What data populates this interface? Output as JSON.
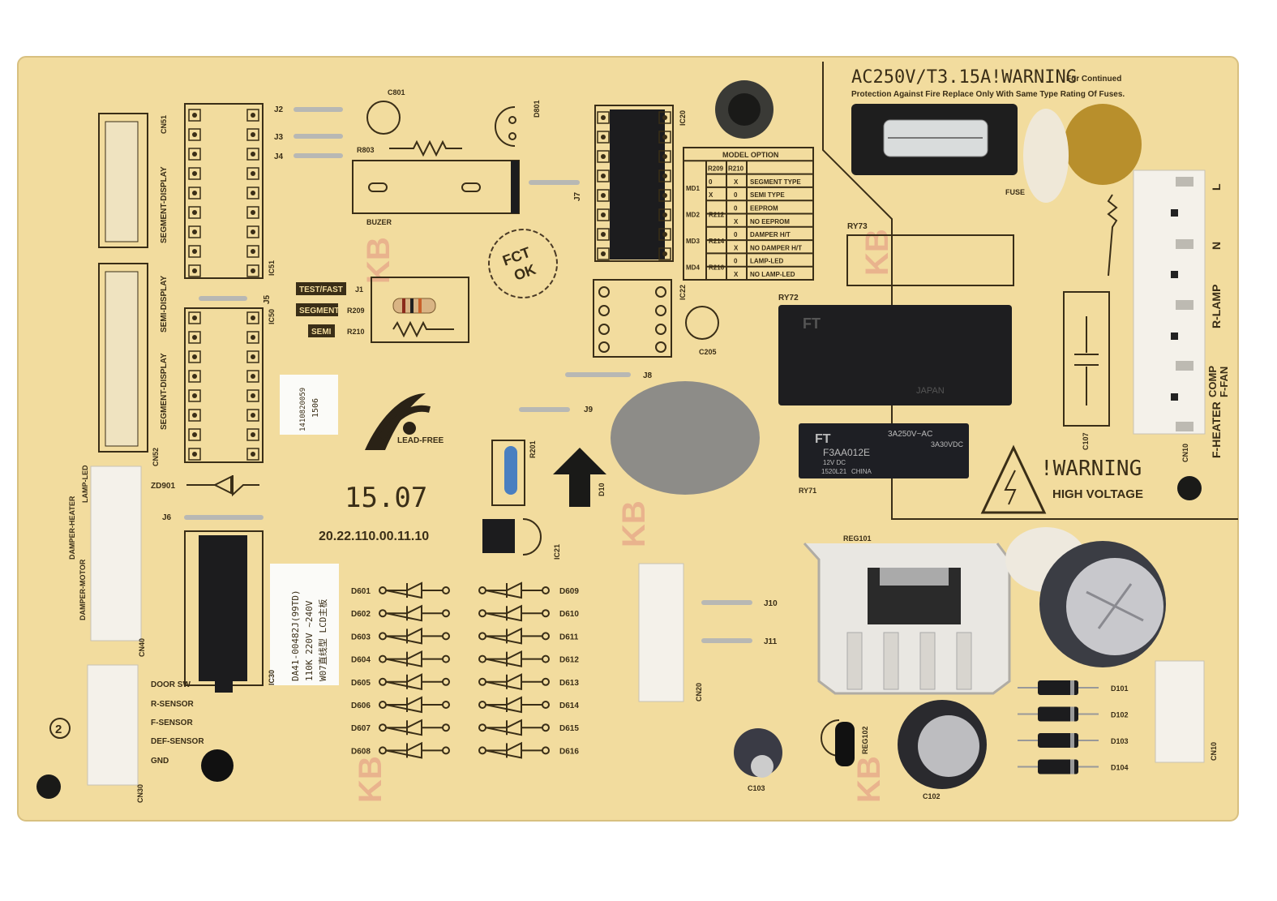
{
  "colors": {
    "board": "#f2dc9e",
    "silkscreen": "#3a2e17",
    "ic_black": "#1c1c1e",
    "connector_white": "#f4f1ea",
    "watermark": "#e8a98a",
    "yellow_cap": "#b88f2c"
  },
  "fuse": {
    "rating": "AC250V/T3.15A",
    "warning": "!WARNING",
    "warning_tail": "For Continued",
    "warning_text": "Protection Against Fire Replace Only With Same Type Rating Of Fuses.",
    "ref": "FUSE"
  },
  "model_option": {
    "title": "MODEL OPTION",
    "headers": [
      "R209",
      "R210"
    ],
    "rows": [
      {
        "group": "MD1",
        "r": "0",
        "x": "X",
        "desc": "SEGMENT TYPE"
      },
      {
        "group": "",
        "r": "X",
        "x": "0",
        "desc": "SEMI TYPE"
      },
      {
        "group": "MD2",
        "r": "R212",
        "x": "0",
        "desc": "EEPROM"
      },
      {
        "group": "",
        "r": "",
        "x": "X",
        "desc": "NO EEPROM"
      },
      {
        "group": "MD3",
        "r": "R214",
        "x": "0",
        "desc": "DAMPER H/T"
      },
      {
        "group": "",
        "r": "",
        "x": "X",
        "desc": "NO DAMPER H/T"
      },
      {
        "group": "MD4",
        "r": "R216",
        "x": "0",
        "desc": "LAMP-LED"
      },
      {
        "group": "",
        "r": "",
        "x": "X",
        "desc": "NO LAMP-LED"
      }
    ]
  },
  "jumpers": {
    "test_fast": "TEST/FAST",
    "segment": "SEGMENT",
    "semi": "SEMI",
    "j1": "J1",
    "r209": "R209",
    "r210": "R210"
  },
  "refs": {
    "j2": "J2",
    "j3": "J3",
    "j4": "J4",
    "j5": "J5",
    "j6": "J6",
    "j7": "J7",
    "j8": "J8",
    "j9": "J9",
    "j10": "J10",
    "j11": "J11",
    "r803": "R803",
    "c801": "C801",
    "d801": "D801",
    "buzer": "BUZER",
    "ic51": "IC51",
    "ic50": "IC50",
    "ic20": "IC20",
    "ic22": "IC22",
    "ic30": "IC30",
    "ic21": "IC21",
    "c205": "C205",
    "ry73": "RY73",
    "ry72": "RY72",
    "ry71": "RY71",
    "reg101": "REG101",
    "reg102": "REG102",
    "c107": "C107",
    "c103": "C103",
    "c102": "C102",
    "cn51": "CN51",
    "cn52": "CN52",
    "cn40": "CN40",
    "cn30": "CN30",
    "cn20": "CN20",
    "cn10": "CN10",
    "cn10b": "CN10",
    "zd901": "ZD901",
    "d10": "D10",
    "r201": "R201"
  },
  "connectors": {
    "cn51": [
      "SEGMENT-DISPLAY"
    ],
    "cn52": [
      "SEMI-DISPLAY",
      "SEGMENT-DISPLAY"
    ],
    "cn40": [
      "LAMP-LED",
      "DAMPER-HEATER",
      "DAMPER-MOTOR"
    ],
    "cn30": [
      "DOOR SW",
      "R-SENSOR",
      "F-SENSOR",
      "DEF-SENSOR",
      "GND"
    ],
    "cn10": [
      "L",
      "N",
      "R-LAMP",
      "COMP",
      "F-FAN",
      "F-HEATER"
    ]
  },
  "logo": {
    "text": "LEAD-FREE"
  },
  "date_code": "15.07",
  "part_code": "20.22.110.00.11.10",
  "sticker_small": [
    "1410820059",
    "1506"
  ],
  "sticker_large": [
    "DA41-00482J(99TD)",
    "110K 220V ~240V",
    "W07直线型 LCD主板"
  ],
  "hv_warning": {
    "title": "!WARNING",
    "subtitle": "HIGH VOLTAGE"
  },
  "relay_small": {
    "brand": "FT",
    "model": "F3AA012E",
    "coil": "12V DC",
    "rating_ac": "3A250V~AC",
    "rating_dc": "3A30VDC",
    "lot": "1520L21",
    "origin": "CHINA"
  },
  "relay_big": {
    "brand": "FT",
    "origin": "JAPAN"
  },
  "stamp": [
    "FCT",
    "OK"
  ],
  "circle_mark": "2",
  "led_labels_left": [
    "D601",
    "D602",
    "D603",
    "D604",
    "D605",
    "D606",
    "D607",
    "D608"
  ],
  "led_labels_right": [
    "D609",
    "D610",
    "D611",
    "D612",
    "D613",
    "D614",
    "D615",
    "D616"
  ],
  "diodes": [
    "D101",
    "D102",
    "D103",
    "D104"
  ],
  "watermark": "KB"
}
